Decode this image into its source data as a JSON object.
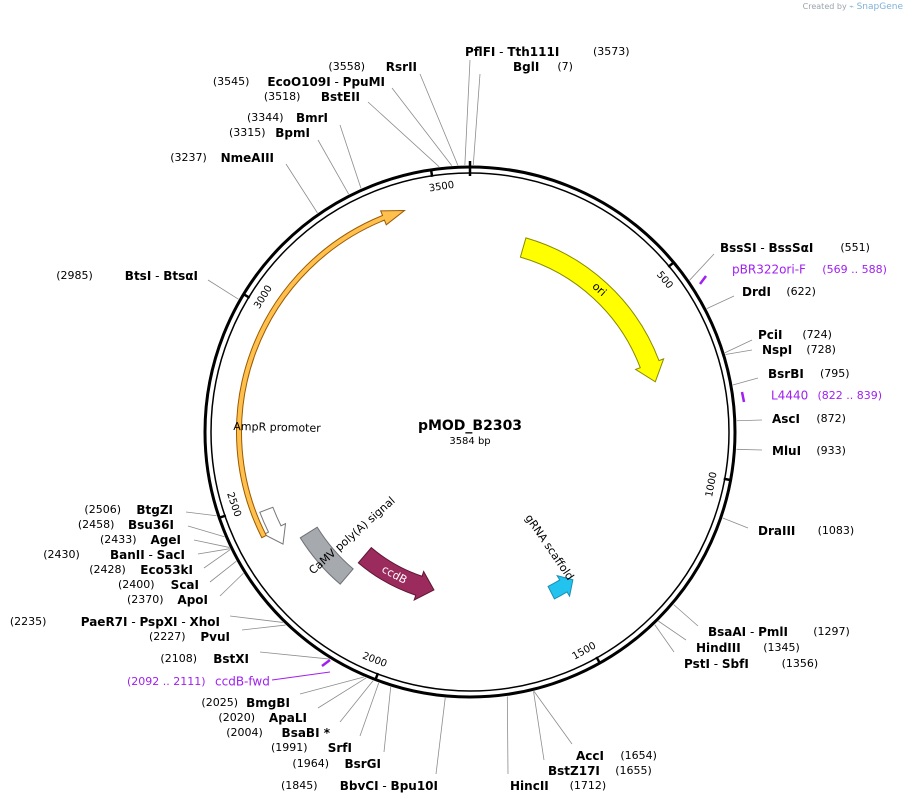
{
  "credit": {
    "created_by": "Created by",
    "brand": "SnapGene"
  },
  "plasmid": {
    "name": "pMOD_B2303",
    "length_label": "3584 bp",
    "length": 3584
  },
  "ticks": [
    {
      "pos": 500,
      "label": "500"
    },
    {
      "pos": 1000,
      "label": "1000"
    },
    {
      "pos": 1500,
      "label": "1500"
    },
    {
      "pos": 2000,
      "label": "2000"
    },
    {
      "pos": 2500,
      "label": "2500"
    },
    {
      "pos": 3000,
      "label": "3000"
    },
    {
      "pos": 3500,
      "label": "3500"
    }
  ],
  "features": [
    {
      "id": "ori",
      "label": "ori",
      "start": 160,
      "end": 745,
      "color": "#ffff00",
      "stroke": "#8a8a00",
      "direction": "cw",
      "r": 192,
      "width": 20
    },
    {
      "id": "amp",
      "label": "AmpR promoter",
      "start": 2380,
      "end": 2480,
      "color": "#ffffff",
      "stroke": "#777777",
      "direction": "ccw",
      "r": 218,
      "width": 14
    },
    {
      "id": "rn",
      "label": "",
      "start": 2420,
      "end": 3420,
      "color": "#ffc04d",
      "stroke": "#9a5a00",
      "direction": "cw",
      "r": 231,
      "width": 5
    },
    {
      "id": "camv",
      "label": "CaMV poly(A) signal",
      "start": 2195,
      "end": 2370,
      "color": "#a6a9ad",
      "stroke": "#6f7277",
      "direction": "none",
      "r": 190,
      "width": 20
    },
    {
      "id": "ccdb",
      "label": "ccdB",
      "start": 1920,
      "end": 2195,
      "color": "#9b2b5c",
      "stroke": "#5e1635",
      "direction": "ccw",
      "r": 162,
      "width": 20
    },
    {
      "id": "grna",
      "label": "gRNA scaffold",
      "start": 1445,
      "end": 1525,
      "color": "#23c3f0",
      "stroke": "#1a8fb3",
      "direction": "ccw",
      "r": 180,
      "width": 14
    }
  ],
  "primers": [
    {
      "name": "pBR322ori-F",
      "range": "(569 .. 588)",
      "start": 569,
      "end": 588
    },
    {
      "name": "L4440",
      "range": "(822 .. 839)",
      "start": 822,
      "end": 839
    },
    {
      "name": "ccdB-fwd",
      "range": "(2092 .. 2111)",
      "start": 2092,
      "end": 2111
    }
  ],
  "sites": [
    {
      "name": "PflFI",
      "name2": "Tth111I",
      "pos": "(3573)",
      "bp": 3573
    },
    {
      "name": "BglI",
      "pos": "(7)",
      "bp": 7
    },
    {
      "name": "RsrII",
      "pos": "(3558)",
      "bp": 3558
    },
    {
      "name": "EcoO109I",
      "name2": "PpuMI",
      "pos": "(3545)",
      "bp": 3545
    },
    {
      "name": "BstEII",
      "pos": "(3518)",
      "bp": 3518
    },
    {
      "name": "BmrI",
      "pos": "(3344)",
      "bp": 3344
    },
    {
      "name": "BpmI",
      "pos": "(3315)",
      "bp": 3315
    },
    {
      "name": "NmeAIII",
      "pos": "(3237)",
      "bp": 3237
    },
    {
      "name": "BtsI",
      "name2": "BtsαI",
      "pos": "(2985)",
      "bp": 2985
    },
    {
      "name": "BssSI",
      "name2": "BssSαI",
      "pos": "(551)",
      "bp": 551
    },
    {
      "name": "DrdI",
      "pos": "(622)",
      "bp": 622
    },
    {
      "name": "PciI",
      "pos": "(724)",
      "bp": 724
    },
    {
      "name": "NspI",
      "pos": "(728)",
      "bp": 728
    },
    {
      "name": "BsrBI",
      "pos": "(795)",
      "bp": 795
    },
    {
      "name": "AscI",
      "pos": "(872)",
      "bp": 872
    },
    {
      "name": "MluI",
      "pos": "(933)",
      "bp": 933
    },
    {
      "name": "DraIII",
      "pos": "(1083)",
      "bp": 1083
    },
    {
      "name": "BsaAI",
      "name2": "PmlI",
      "pos": "(1297)",
      "bp": 1297
    },
    {
      "name": "HindIII",
      "pos": "(1345)",
      "bp": 1345
    },
    {
      "name": "PstI",
      "name2": "SbfI",
      "pos": "(1356)",
      "bp": 1356
    },
    {
      "name": "AccI",
      "pos": "(1654)",
      "bp": 1654
    },
    {
      "name": "BstZ17I",
      "pos": "(1655)",
      "bp": 1655
    },
    {
      "name": "HincII",
      "pos": "(1712)",
      "bp": 1712
    },
    {
      "name": "BbvCI",
      "name2": "Bpu10I",
      "pos": "(1845)",
      "bp": 1845
    },
    {
      "name": "BsrGI",
      "pos": "(1964)",
      "bp": 1964
    },
    {
      "name": "SrfI",
      "pos": "(1991)",
      "bp": 1991
    },
    {
      "name": "BsaBI *",
      "pos": "(2004)",
      "bp": 2004
    },
    {
      "name": "ApaLI",
      "pos": "(2020)",
      "bp": 2020
    },
    {
      "name": "BmgBI",
      "pos": "(2025)",
      "bp": 2025
    },
    {
      "name": "BstXI",
      "pos": "(2108)",
      "bp": 2108
    },
    {
      "name": "PvuI",
      "pos": "(2227)",
      "bp": 2227
    },
    {
      "name": "PaeR7I",
      "name2": "PspXI",
      "name3": "XhoI",
      "pos": "(2235)",
      "bp": 2235
    },
    {
      "name": "ApoI",
      "pos": "(2370)",
      "bp": 2370
    },
    {
      "name": "ScaI",
      "pos": "(2400)",
      "bp": 2400
    },
    {
      "name": "Eco53kI",
      "pos": "(2428)",
      "bp": 2428
    },
    {
      "name": "BanII",
      "name2": "SacI",
      "pos": "(2430)",
      "bp": 2430
    },
    {
      "name": "AgeI",
      "pos": "(2433)",
      "bp": 2433
    },
    {
      "name": "Bsu36I",
      "pos": "(2458)",
      "bp": 2458
    },
    {
      "name": "BtgZI",
      "pos": "(2506)",
      "bp": 2506
    }
  ]
}
